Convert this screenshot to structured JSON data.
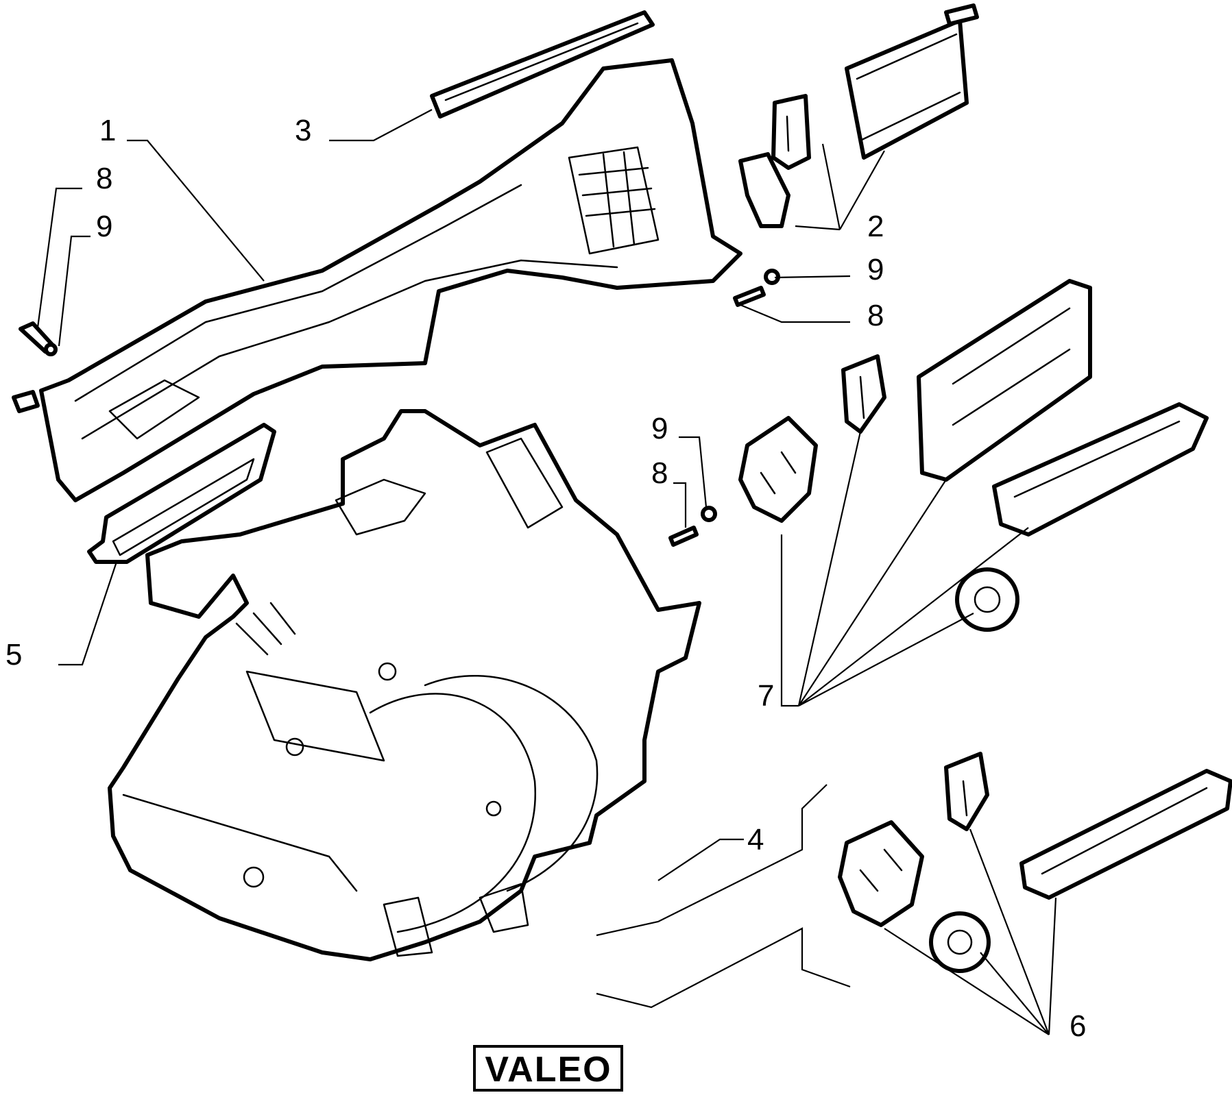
{
  "callouts": {
    "c1": "1",
    "c2": "2",
    "c3": "3",
    "c4": "4",
    "c5": "5",
    "c6": "6",
    "c7": "7",
    "c8_left": "8",
    "c9_left": "9",
    "c9_right": "9",
    "c8_right": "8",
    "c9_mid": "9",
    "c8_mid": "8"
  },
  "brand": "VALEO",
  "colors": {
    "ink": "#000000",
    "paper": "#ffffff"
  }
}
